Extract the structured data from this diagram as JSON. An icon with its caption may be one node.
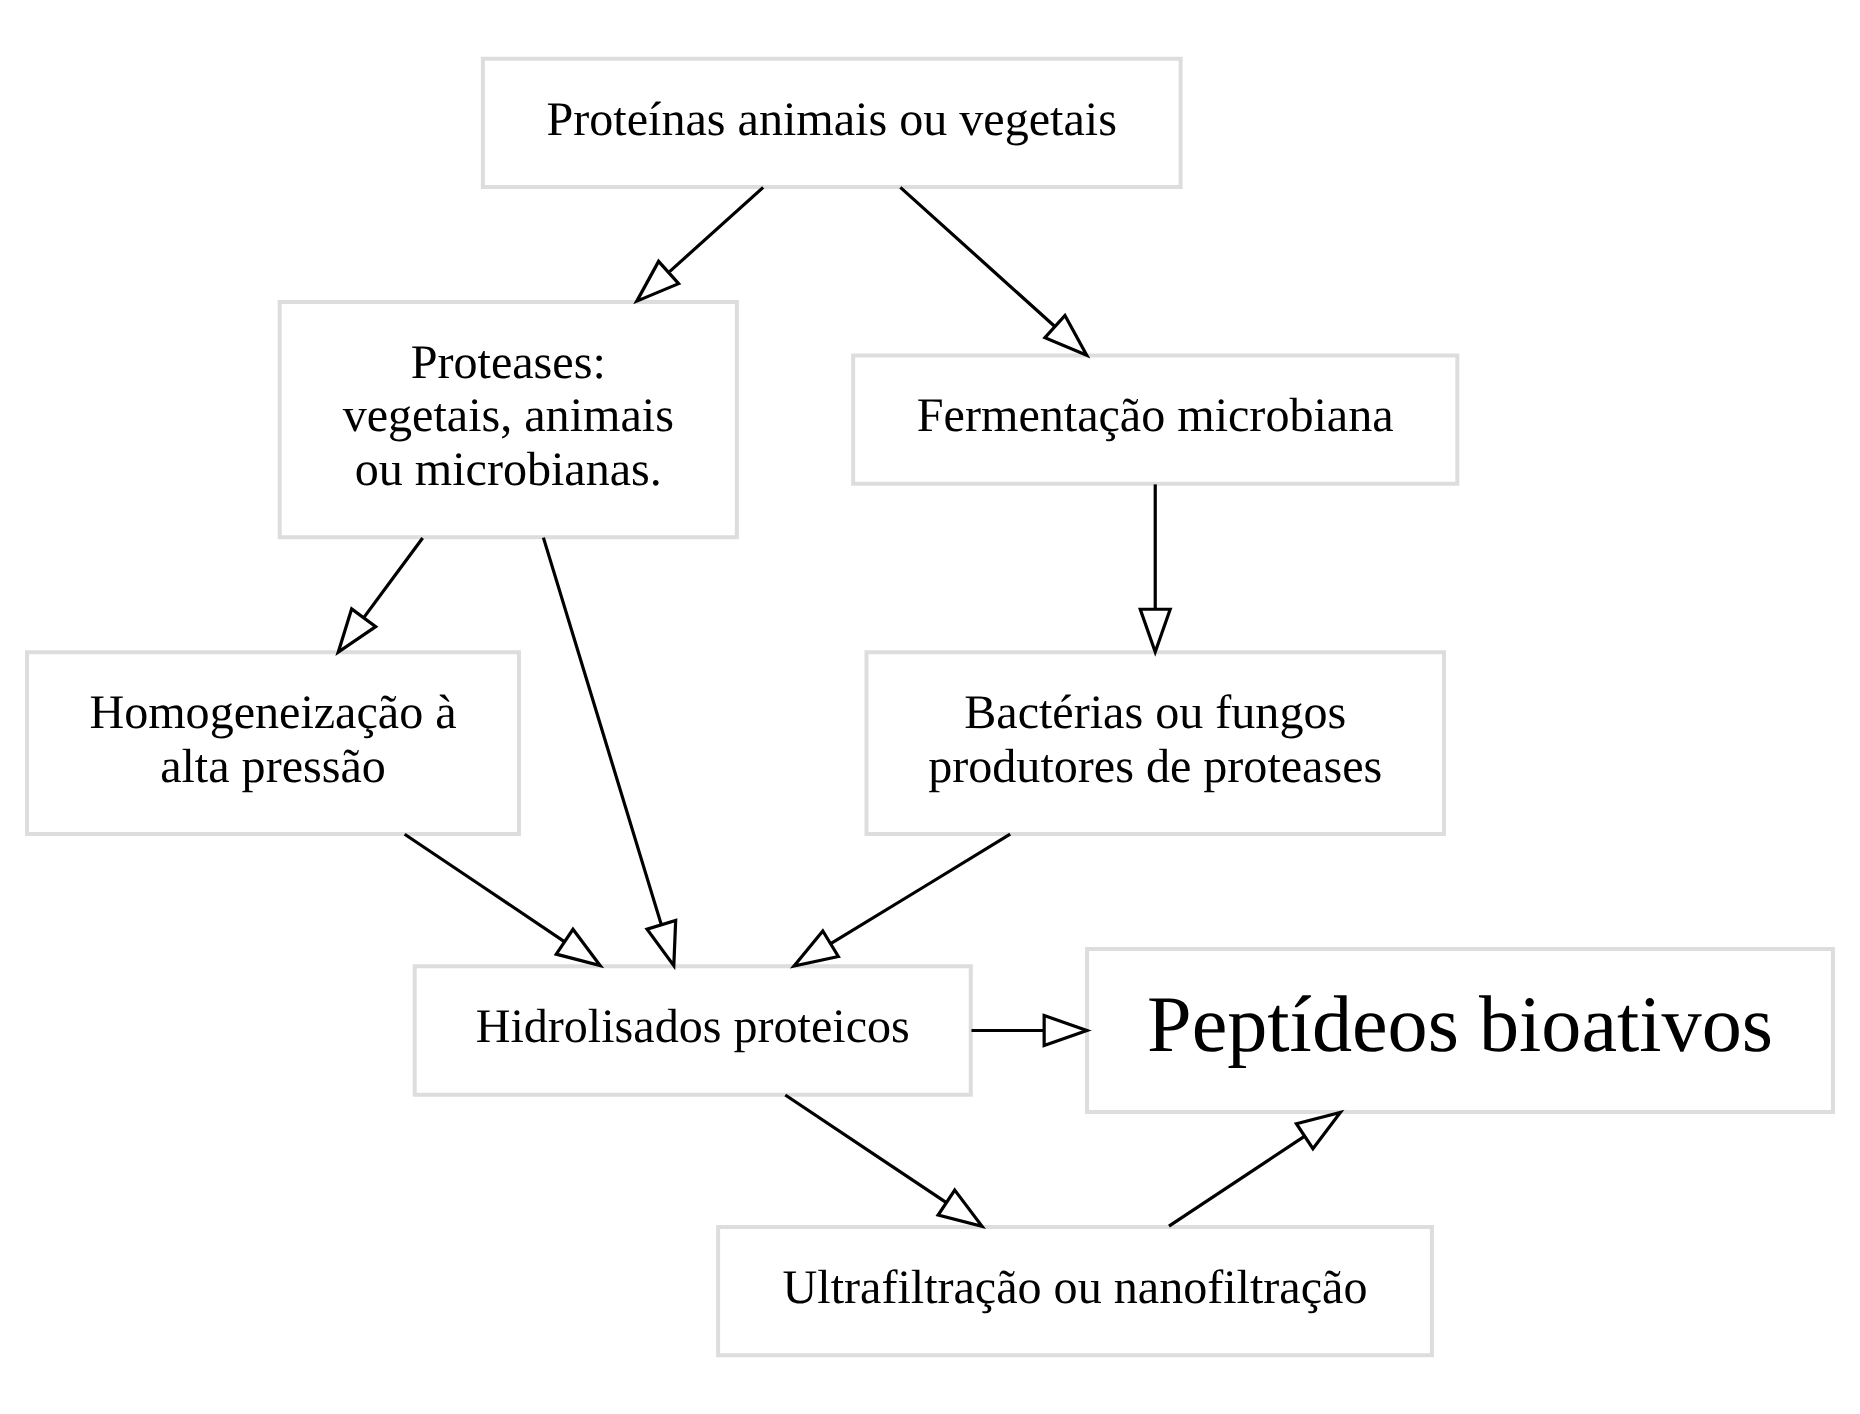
{
  "diagram": {
    "nodes": [
      {
        "text": [
          "Proteínas animais ou vegetais"
        ]
      },
      {
        "text": [
          "Proteases: vegetais, animais ou microbianas."
        ]
      },
      {
        "text": [
          "Fermentação microbiana"
        ]
      },
      {
        "text": [
          "Bactérias ou fungos produtores de proteases"
        ]
      },
      {
        "text": [
          "Homogeneização à alta pressão"
        ]
      },
      {
        "text": [
          "Hidrolisados proteicos"
        ]
      },
      {
        "text": [
          "Peptídeos bioativos"
        ]
      },
      {
        "text": [
          "Ultrafiltração ou nanofiltração"
        ]
      }
    ],
    "edges": [
      {
        "from": 0,
        "to": 1,
        "arrow": "to"
      },
      {
        "from": 0,
        "to": 2,
        "arrow": "to"
      },
      {
        "from": 2,
        "to": 3,
        "arrow": "to"
      },
      {
        "from": 1,
        "to": 5,
        "arrow": "to"
      },
      {
        "from": 1,
        "to": 4,
        "arrow": "to"
      },
      {
        "from": 4,
        "to": 5,
        "arrow": "to"
      },
      {
        "from": 3,
        "to": 5,
        "arrow": "to"
      },
      {
        "from": 5,
        "to": 6,
        "arrow": "to"
      },
      {
        "from": 5,
        "to": 7,
        "arrow": "to"
      },
      {
        "from": 7,
        "to": 6,
        "arrow": "to"
      }
    ]
  }
}
